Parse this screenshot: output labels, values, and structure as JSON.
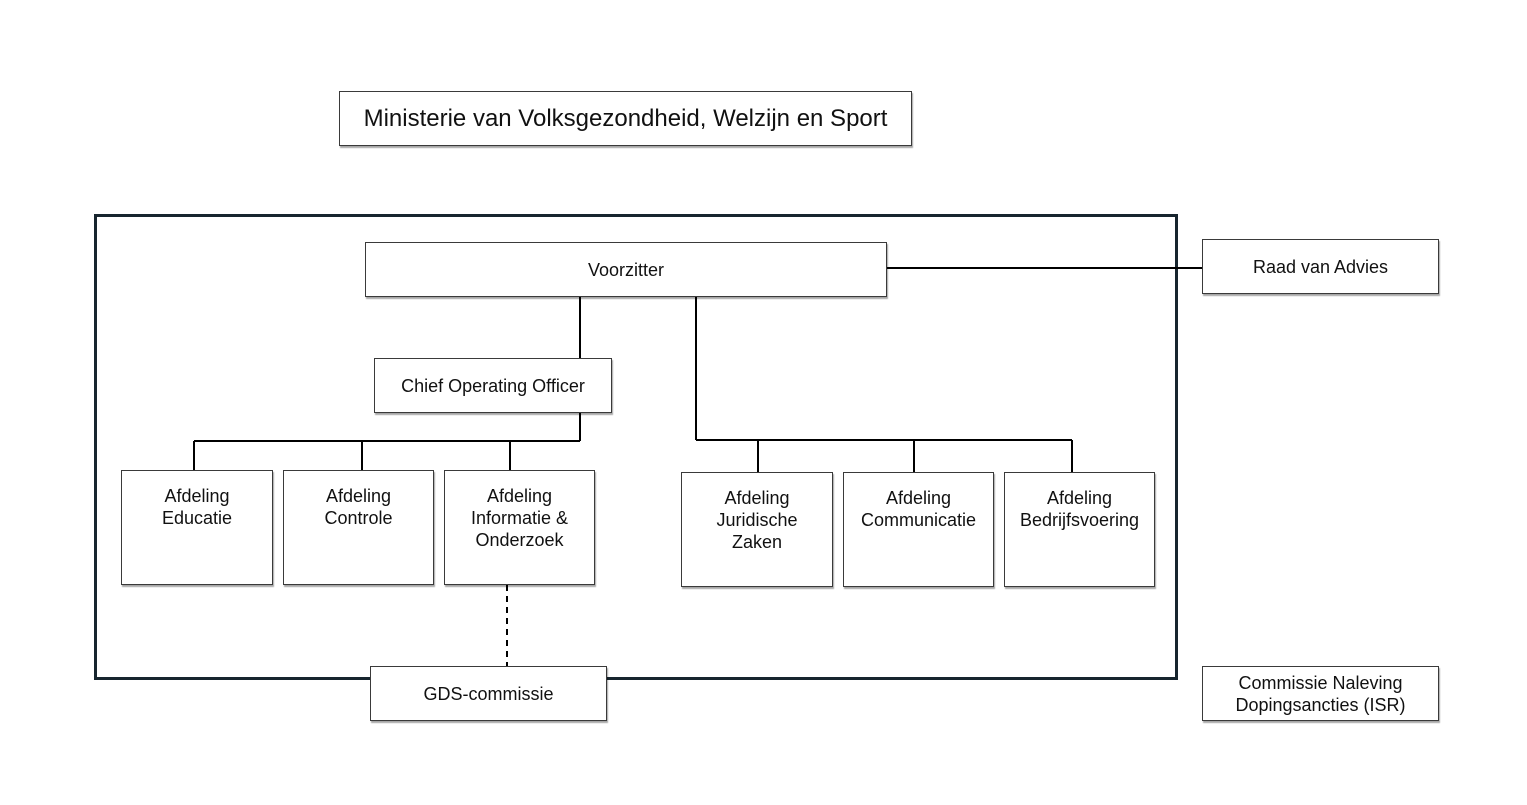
{
  "diagram": {
    "ministry": "Ministerie van Volksgezondheid, Welzijn en Sport",
    "chair": "Voorzitter",
    "advisory_board": "Raad van Advies",
    "coo": "Chief Operating Officer",
    "departments_left": [
      "Afdeling\nEducatie",
      "Afdeling\nControle",
      "Afdeling\nInformatie &\nOnderzoek"
    ],
    "departments_right": [
      "Afdeling\nJuridische\nZaken",
      "Afdeling\nCommunicatie",
      "Afdeling\nBedrijfsvoering"
    ],
    "gds_committee": "GDS-commissie",
    "compliance_committee": "Commissie Naleving\nDopingsancties (ISR)"
  },
  "colors": {
    "frame": "#17252e",
    "line": "#000000",
    "box_border": "#3a3a3a"
  }
}
